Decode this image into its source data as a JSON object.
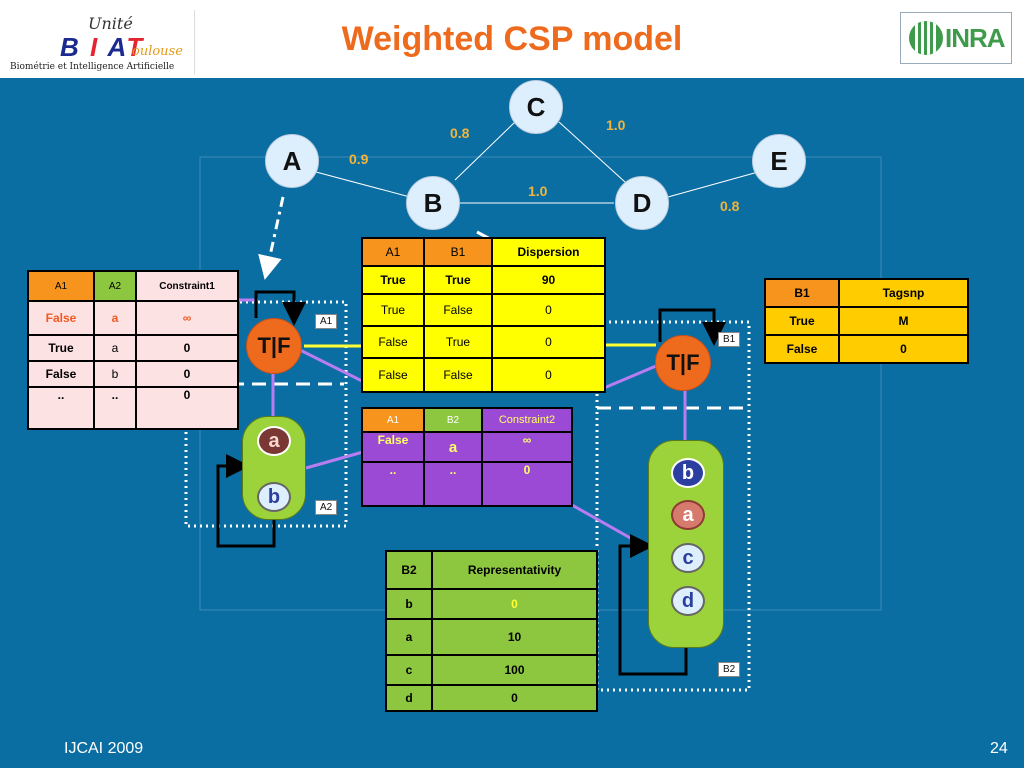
{
  "title": "Weighted CSP model",
  "logo_left": {
    "unite": "Unité",
    "main": "BIAT",
    "toulouse": "oulouse",
    "sub": "Biométrie et Intelligence Artificielle"
  },
  "logo_right": {
    "text": "INRA"
  },
  "footer": {
    "left": "IJCAI 2009",
    "right": "24"
  },
  "graph": {
    "nodes": {
      "A": "A",
      "B": "B",
      "C": "C",
      "D": "D",
      "E": "E"
    },
    "weights": {
      "bc": "0.8",
      "ab": "0.9",
      "cd": "1.0",
      "bd": "1.0",
      "de": "0.8"
    }
  },
  "tf_nodes": {
    "left": "T|F",
    "right": "T|F"
  },
  "tags": {
    "a1": "A1",
    "a2": "A2",
    "b1": "B1",
    "b2": "B2"
  },
  "values": {
    "a2_top": "a",
    "a2_bottom": "b",
    "b2_1": "b",
    "b2_2": "a",
    "b2_3": "c",
    "b2_4": "d"
  },
  "colors": {
    "background": "#0b6ea3",
    "title": "#ee6a1c",
    "orange_cell": "#f7941d",
    "yellow_cell": "#ffff00",
    "green_cell": "#8dc63f",
    "purple_cell": "#9b4ad6",
    "pink_cell": "#fde2e4",
    "gold_cell": "#ffcc00"
  },
  "tables": {
    "constraint1": {
      "headers": [
        "A1",
        "A2",
        "Constraint1"
      ],
      "rows": [
        [
          "False",
          "a",
          "∞"
        ],
        [
          "True",
          "a",
          "0"
        ],
        [
          "False",
          "b",
          "0"
        ],
        [
          "..",
          "..",
          "0"
        ]
      ]
    },
    "dispersion": {
      "headers": [
        "A1",
        "B1",
        "Dispersion"
      ],
      "rows": [
        [
          "True",
          "True",
          "90"
        ],
        [
          "True",
          "False",
          "0"
        ],
        [
          "False",
          "True",
          "0"
        ],
        [
          "False",
          "False",
          "0"
        ]
      ]
    },
    "tagsnp": {
      "headers": [
        "B1",
        "Tagsnp"
      ],
      "rows": [
        [
          "True",
          "M"
        ],
        [
          "False",
          "0"
        ]
      ]
    },
    "constraint2": {
      "headers": [
        "A1",
        "B2",
        "Constraint2"
      ],
      "rows": [
        [
          "False",
          "a",
          "∞"
        ],
        [
          "..",
          "..",
          "0"
        ]
      ]
    },
    "representativity": {
      "headers": [
        "B2",
        "Representativity"
      ],
      "rows": [
        [
          "b",
          "0"
        ],
        [
          "a",
          "10"
        ],
        [
          "c",
          "100"
        ],
        [
          "d",
          "0"
        ]
      ]
    }
  }
}
